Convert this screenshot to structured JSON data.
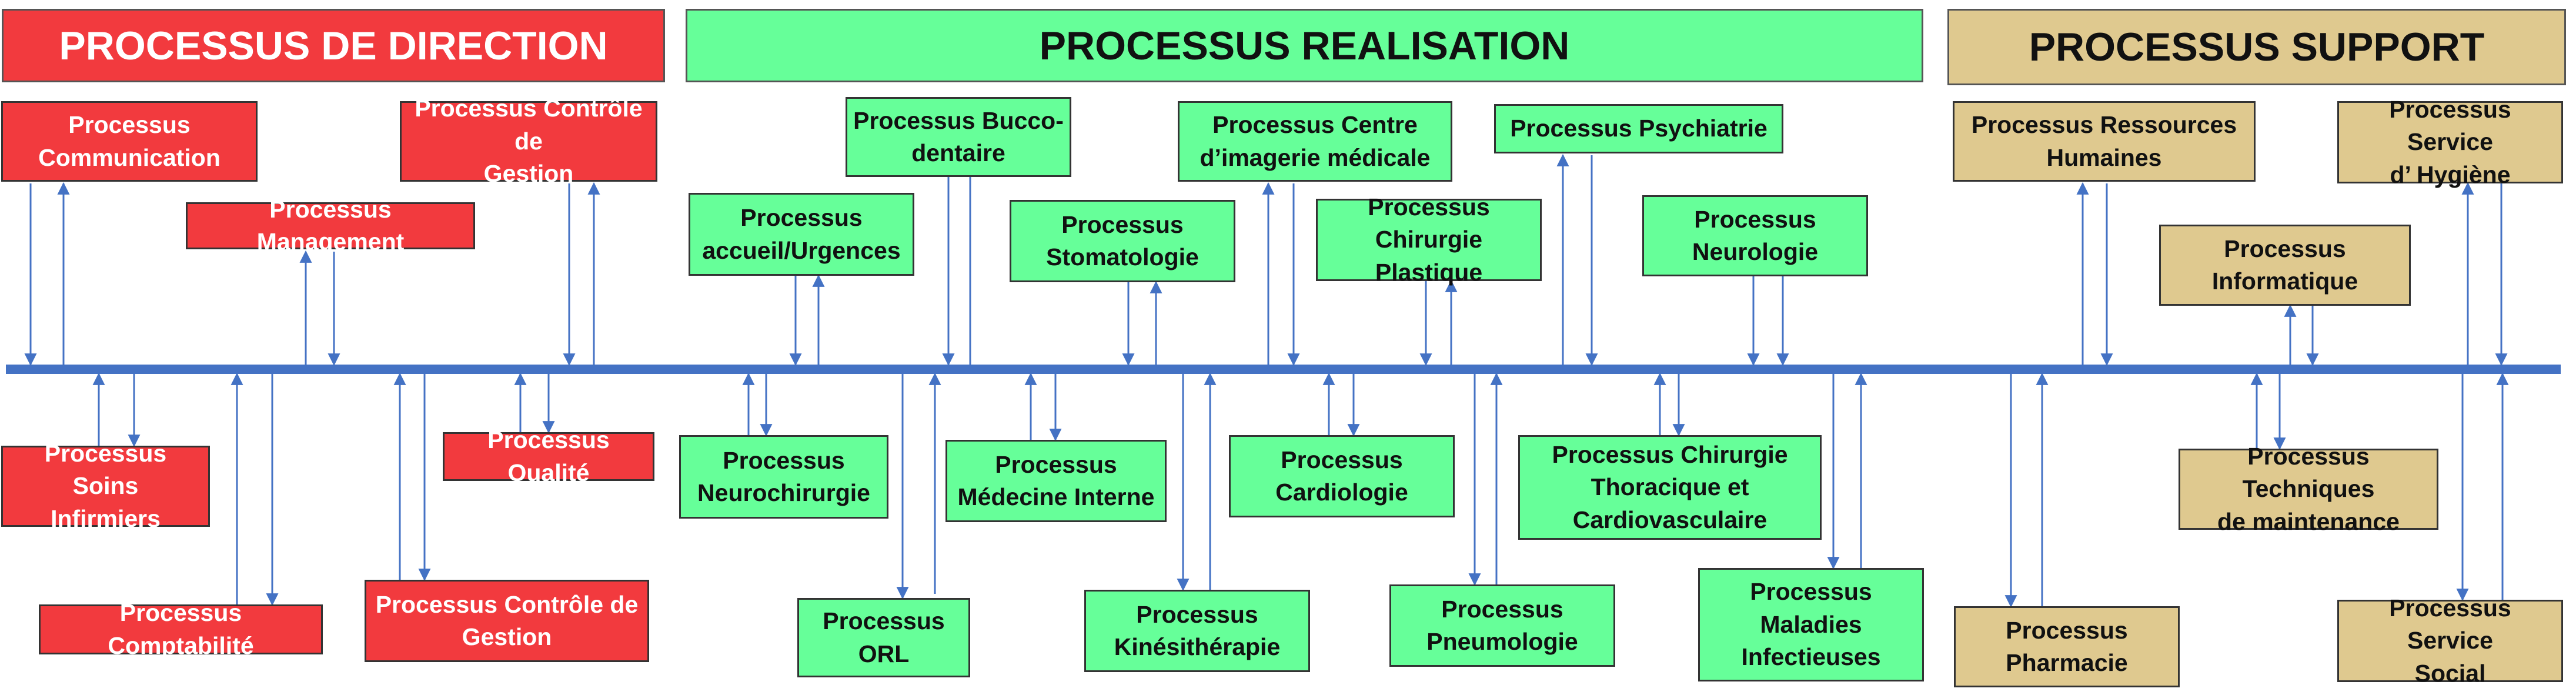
{
  "colors": {
    "direction": "#f23a3e",
    "realisation": "#66ff99",
    "support": "#dfc98f",
    "axis": "#4472c4",
    "arrow": "#4472c4"
  },
  "headers": {
    "direction": "PROCESSUS DE DIRECTION",
    "realisation": "PROCESSUS REALISATION",
    "support": "PROCESSUS SUPPORT"
  },
  "boxes": {
    "communication": "Processus\nCommunication",
    "controle_top": "Processus Contrôle de\nGestion",
    "management": "Processus Management",
    "soins": "Processus Soins\nInfirmiers",
    "qualite": "Processus Qualité",
    "comptabilite": "Processus Comptabilité",
    "controle_bottom": "Processus Contrôle de\nGestion",
    "accueil": "Processus\naccueil/Urgences",
    "bucco": "Processus Bucco-\ndentaire",
    "stomatologie": "Processus\nStomatologie",
    "imagerie": "Processus Centre\nd’imagerie médicale",
    "chirurgie_plastique": "Processus\nChirurgie Plastique",
    "psychiatrie": "Processus  Psychiatrie",
    "neurologie": "Processus\nNeurologie",
    "neurochirurgie": "Processus\nNeurochirurgie",
    "medecine_interne": "Processus\nMédecine Interne",
    "cardiologie": "Processus\nCardiologie",
    "thoracique": "Processus  Chirurgie\nThoracique et\nCardiovasculaire",
    "orl": "Processus\nORL",
    "kinesitherapie": "Processus\nKinésithérapie",
    "pneumologie": "Processus\nPneumologie",
    "maladies_infectieuses": "Processus\nMaladies\nInfectieuses",
    "rh": "Processus Ressources\nHumaines",
    "hygiene": "Processus Service\nd’ Hygiène",
    "informatique": "Processus\nInformatique",
    "techniques": "Processus  Techniques\nde maintenance",
    "pharmacie": "Processus\nPharmacie",
    "social": "Processus Service\nSocial"
  }
}
